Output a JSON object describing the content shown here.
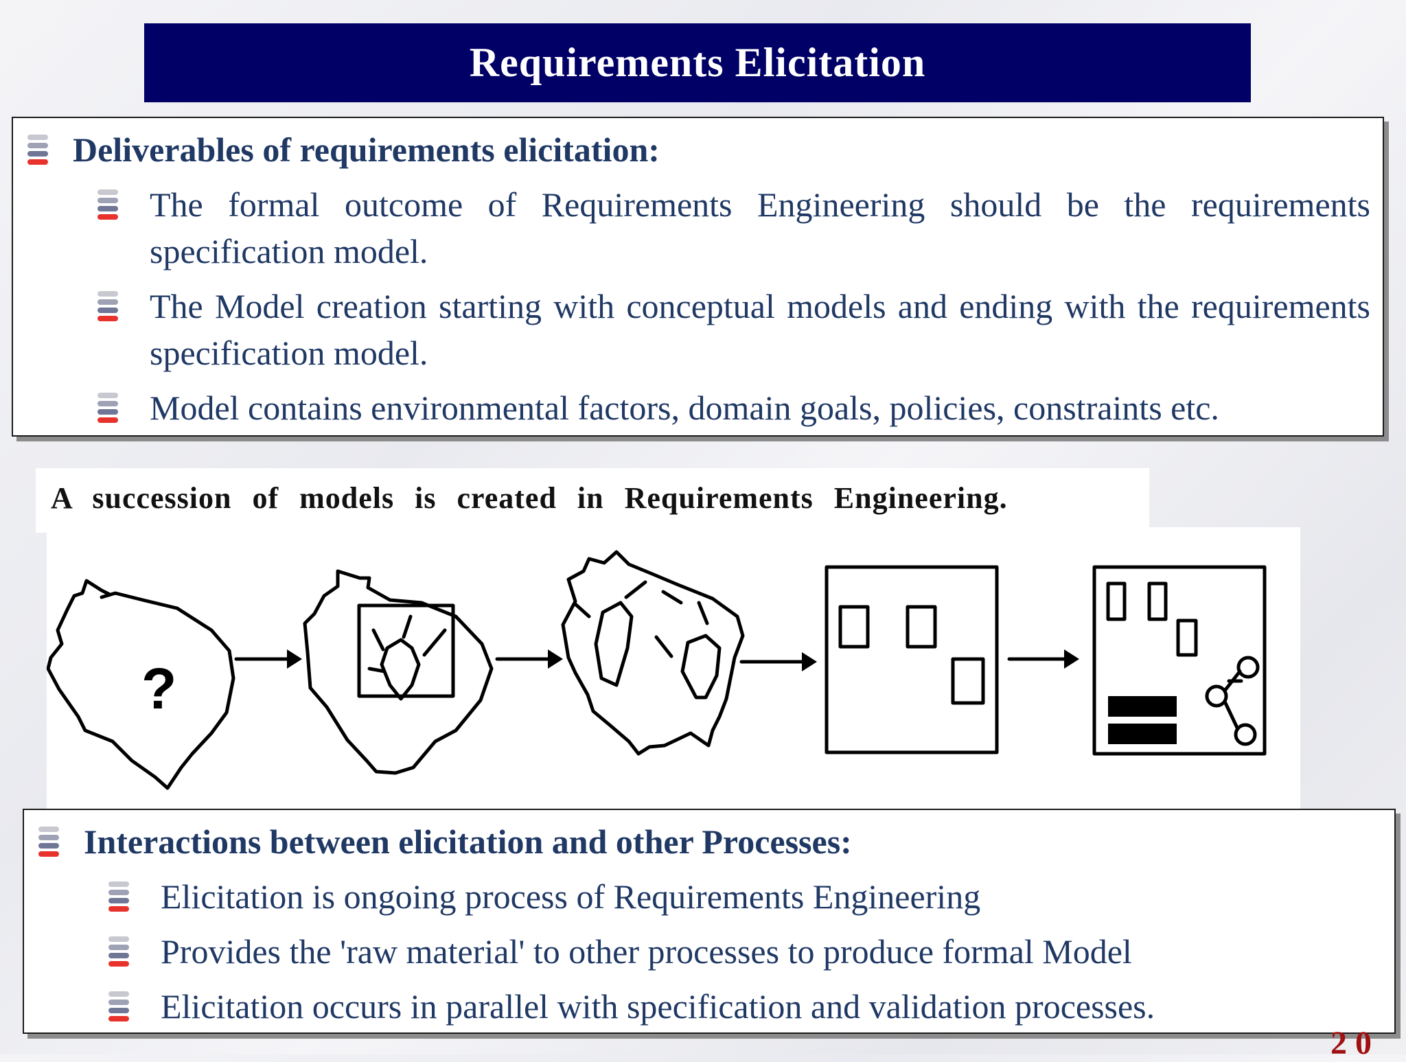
{
  "title": "Requirements Elicitation",
  "panel1": {
    "heading": "Deliverables of requirements elicitation:",
    "items": [
      "The formal outcome of Requirements Engineering should be the requirements specification model.",
      "The Model creation starting with conceptual models and ending with the requirements specification model.",
      "Model contains environmental factors, domain goals, policies, constraints etc."
    ]
  },
  "figure": {
    "caption": "A succession of models is created in Requirements Engineering.",
    "question_mark": "?"
  },
  "panel2": {
    "heading": "Interactions between elicitation and other Processes:",
    "items": [
      "Elicitation is ongoing process of Requirements Engineering",
      "Provides the 'raw material' to other processes to produce formal Model",
      "Elicitation occurs in parallel with specification and validation processes."
    ]
  },
  "page_number": "2 0"
}
